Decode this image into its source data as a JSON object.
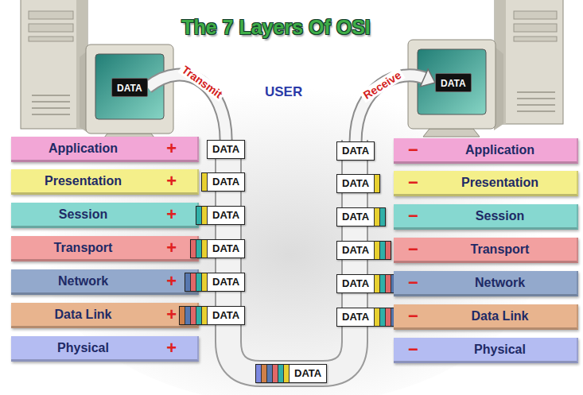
{
  "diagram": {
    "title": "The 7 Layers Of OSI",
    "nodes": [
      {
        "text": [
          "DATA"
        ]
      },
      {
        "text": [
          "DATA"
        ]
      },
      {
        "text": [
          "Application",
          "+"
        ]
      },
      {
        "text": [
          "Presentation",
          "+"
        ]
      },
      {
        "text": [
          "Session",
          "+"
        ]
      },
      {
        "text": [
          "Transport",
          "+"
        ]
      },
      {
        "text": [
          "Network",
          "+"
        ]
      },
      {
        "text": [
          "Data Link",
          "+"
        ]
      },
      {
        "text": [
          "Physical",
          "+"
        ]
      },
      {
        "text": [
          "DATA"
        ]
      },
      {
        "text": [
          "DATA"
        ]
      },
      {
        "text": [
          "DATA"
        ]
      },
      {
        "text": [
          "DATA"
        ]
      },
      {
        "text": [
          "DATA"
        ]
      },
      {
        "text": [
          "DATA"
        ]
      },
      {
        "text": [
          "DATA"
        ]
      },
      {
        "text": [
          "DATA"
        ]
      },
      {
        "text": [
          "DATA"
        ]
      },
      {
        "text": [
          "DATA"
        ]
      },
      {
        "text": [
          "DATA"
        ]
      },
      {
        "text": [
          "DATA"
        ]
      },
      {
        "text": [
          "DATA"
        ]
      },
      {
        "text": [
          "Application",
          "−"
        ]
      },
      {
        "text": [
          "Presentation",
          "−"
        ]
      },
      {
        "text": [
          "Session",
          "−"
        ]
      },
      {
        "text": [
          "Transport",
          "−"
        ]
      },
      {
        "text": [
          "Network",
          "−"
        ]
      },
      {
        "text": [
          "Data Link",
          "−"
        ]
      },
      {
        "text": [
          "Physical",
          "−"
        ]
      }
    ],
    "edges": [
      {
        "from": 0,
        "to": 9,
        "label": "Transmit",
        "arrow": "none"
      },
      {
        "from": 16,
        "to": 1,
        "label": "Receive",
        "arrow": "to"
      }
    ],
    "labels": [
      "USER"
    ]
  }
}
